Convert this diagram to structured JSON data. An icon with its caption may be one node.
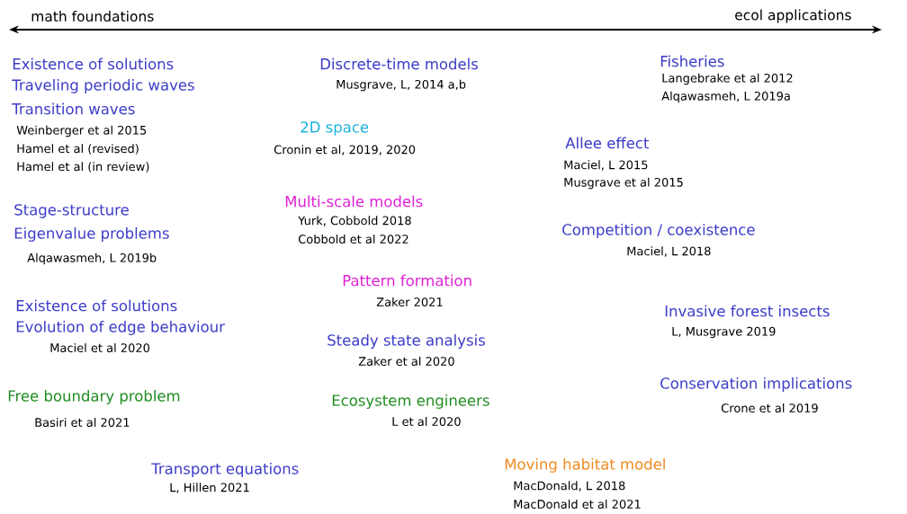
{
  "diagram": {
    "labels": [
      "math foundations",
      "ecol applications",
      "Existence of solutions",
      "Traveling periodic waves",
      "Transition waves",
      "Weinberger et al 2015",
      "Hamel et al (revised)",
      "Hamel et al (in review)",
      "Stage-structure",
      "Eigenvalue problems",
      "Alqawasmeh, L 2019b",
      "Existence of solutions",
      "Evolution of edge behaviour",
      "Maciel et al 2020",
      "Free boundary problem",
      "Basiri et al 2021",
      "Transport equations",
      "L, Hillen 2021",
      "Discrete-time models",
      "Musgrave, L, 2014 a,b",
      "2D space",
      "Cronin et al, 2019, 2020",
      "Multi-scale models",
      "Yurk, Cobbold 2018",
      "Cobbold et al 2022",
      "Pattern formation",
      "Zaker 2021",
      "Steady state analysis",
      "Zaker et al 2020",
      "Ecosystem engineers",
      "L et al 2020",
      "Moving habitat model",
      "MacDonald, L 2018",
      "MacDonald et al 2021",
      "Fisheries",
      "Langebrake et al 2012",
      "Alqawasmeh, L 2019a",
      "Allee effect",
      "Maciel, L 2015",
      "Musgrave et al 2015",
      "Competition / coexistence",
      "Maciel, L 2018",
      "Invasive forest insects",
      "L, Musgrave 2019",
      "Conservation implications",
      "Crone et al 2019"
    ]
  }
}
